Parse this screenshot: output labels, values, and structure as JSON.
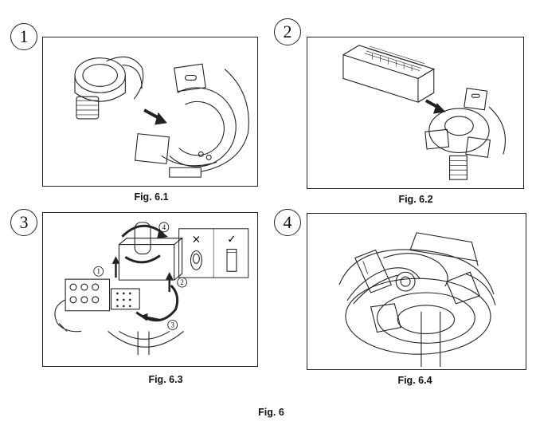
{
  "steps": [
    {
      "badge": "1",
      "caption": "Fig. 6.1"
    },
    {
      "badge": "2",
      "caption": "Fig. 6.2"
    },
    {
      "badge": "3",
      "caption": "Fig. 6.3"
    },
    {
      "badge": "4",
      "caption": "Fig. 6.4"
    }
  ],
  "callouts": [
    "1",
    "2",
    "3",
    "4"
  ],
  "check_panel": {
    "wrong_symbol": "×",
    "right_symbol": "✓"
  },
  "main_caption": "Fig. 6"
}
